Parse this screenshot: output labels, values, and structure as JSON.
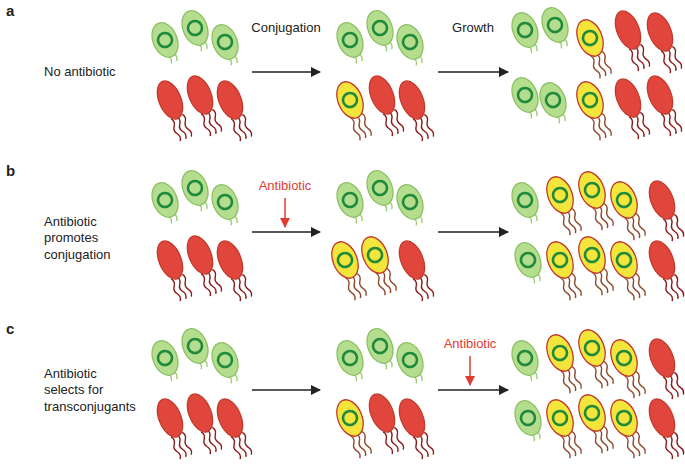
{
  "diagram": {
    "labels": [
      "a",
      "No antibiotic",
      "Conjugation",
      "Growth",
      "b",
      "Antibiotic promotes conjugation",
      "Antibiotic",
      "c",
      "Antibiotic selects for transconjugants",
      "Antibiotic"
    ]
  }
}
